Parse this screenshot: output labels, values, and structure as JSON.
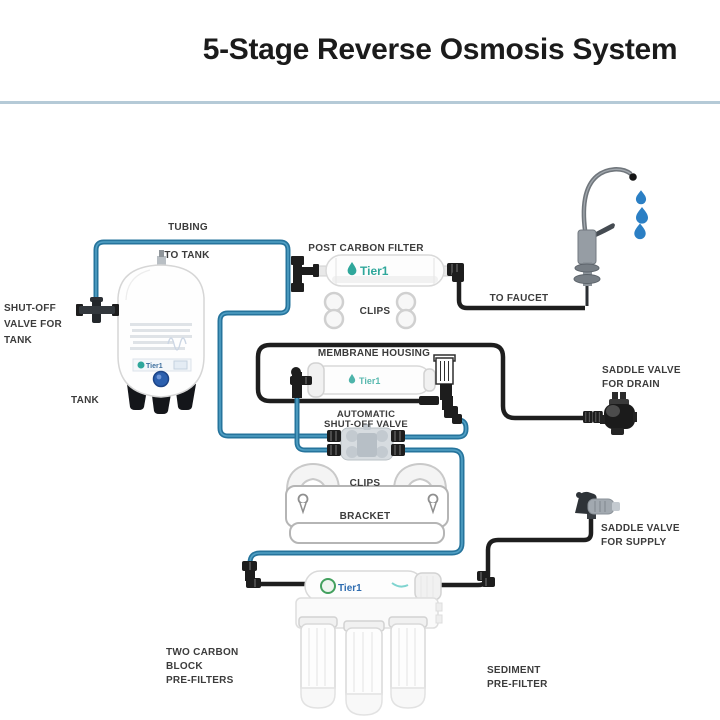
{
  "title": "5-Stage Reverse Osmosis System",
  "brand": "Tier1",
  "colors": {
    "tubing_blue": "#26749c",
    "tubing_black": "#1e1e1e",
    "separator_line": "#b5cad7",
    "label_text": "#3c3c3c",
    "brand_teal": "#2fa79b",
    "water_drop_blue": "#2b7fc4",
    "tank_button_blue": "#2b5fae"
  },
  "labels": {
    "tubing": "TUBING",
    "to_tank": "TO TANK",
    "shutoff_valve_tank": "SHUT-OFF\nVALVE FOR\nTANK",
    "tank": "TANK",
    "post_carbon_filter": "POST CARBON FILTER",
    "clips_top": "CLIPS",
    "to_faucet": "TO FAUCET",
    "membrane_housing": "MEMBRANE HOUSING",
    "automatic_shutoff_valve": "AUTOMATIC\nSHUT-OFF VALVE",
    "saddle_valve_drain": "SADDLE VALVE\nFOR DRAIN",
    "clips_bottom": "CLIPS",
    "bracket": "BRACKET",
    "saddle_valve_supply": "SADDLE VALVE\nFOR SUPPLY",
    "two_carbon_block_prefilters": "TWO CARBON\nBLOCK\nPRE-FILTERS",
    "sediment_prefilter": "SEDIMENT\nPRE-FILTER"
  }
}
